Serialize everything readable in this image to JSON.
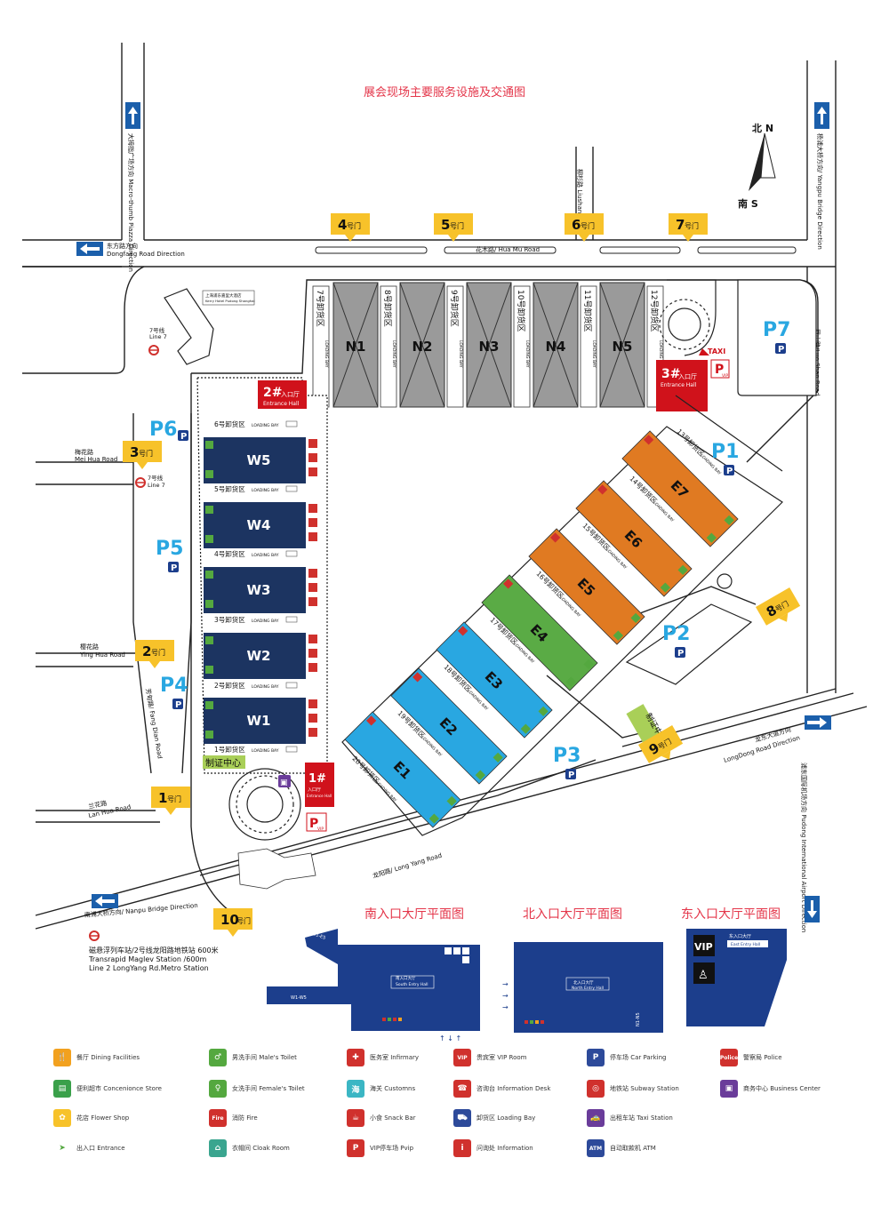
{
  "title": "展会现场主要服务设施及交通图",
  "compass": {
    "north": "北 N",
    "south": "南 S"
  },
  "roads": {
    "macro_thumb": "大拇指广场方向 Macro-thumb Piazza Direction",
    "dongfang": "东方路方向 Dongfang Road Direction",
    "huamu": "花木路/ Hua Mu Road",
    "liushan": "柳杉路 Liushan Road",
    "yangpu": "杨浦大桥方向/ Yangpu Bridge Direction",
    "luoshan": "罗山路/Luo Shan Road",
    "meihua": "梅花路 Mei Hua Road",
    "yinghua": "樱花路 Ying Hua Road",
    "fangdian": "芳甸路/ Fang Dian Road",
    "lanhua": "兰花路 Lan Hua Road",
    "nanpu": "南浦大桥方向/ Nanpu Bridge Direction",
    "longyang": "龙阳路/ Long Yang Road",
    "longdong": "龙东大道方向 LongDong Road Direction",
    "pudong_airport": "浦东国际机场方向 Pudong International Airport Direction"
  },
  "line7_a": "7号线 Line 7",
  "line7_b": "7号线 Line 7",
  "kerry_hotel": "上海浦东嘉里大酒店 Kerry Hotel Pudong Shanghai",
  "metro_note": [
    "磁悬浮列车站/2号线龙阳路地铁站 600米",
    "Transrapid Maglev Station /600m",
    "Line 2 LongYang Rd.Metro Station"
  ],
  "gates": [
    "1号门",
    "2号门",
    "3号门",
    "4号门",
    "5号门",
    "6号门",
    "7号门",
    "8号门",
    "9号门",
    "10号门"
  ],
  "parking": [
    "P1",
    "P2",
    "P3",
    "P4",
    "P5",
    "P6",
    "P7"
  ],
  "north_halls": [
    "N1",
    "N2",
    "N3",
    "N4",
    "N5"
  ],
  "north_bays": [
    "7号卸货区",
    "8号卸货区",
    "9号卸货区",
    "10号卸货区",
    "11号卸货区",
    "12号卸货区"
  ],
  "loading_bay": "LOADING BAY",
  "west_halls": [
    "W5",
    "W4",
    "W3",
    "W2",
    "W1"
  ],
  "west_bays": [
    "6号卸货区",
    "5号卸货区",
    "4号卸货区",
    "3号卸货区",
    "2号卸货区",
    "1号卸货区"
  ],
  "east_halls": [
    "E7",
    "E6",
    "E5",
    "E4",
    "E3",
    "E2",
    "E1"
  ],
  "east_bays": [
    "13号卸货区",
    "14号卸货区",
    "15号卸货区",
    "16号卸货区",
    "17号卸货区",
    "18号卸货区",
    "19号卸货区",
    "20号卸货区"
  ],
  "entrance_halls": {
    "e1": {
      "num": "1#",
      "cn": "入口厅",
      "en": "Entrance Hall"
    },
    "e2": {
      "num": "2#",
      "cn": "入口厅",
      "en": "Entrance Hall"
    },
    "e3": {
      "num": "3#",
      "cn": "入口厅",
      "en": "Entrance Hall"
    }
  },
  "cert_center": "制证中心",
  "taxi": "TAXI",
  "pvip": "P VIP",
  "plans": {
    "south": "南入口大厅平面图",
    "north": "北入口大厅平面图",
    "east": "东入口大厅平面图",
    "south_hall_label": "南入口大厅 South Entry Hall",
    "north_hall_label": "北入口大厅 North Entry Hall",
    "east_hall_label": "东入口大厅 East Entry Hall",
    "w1w5": "W1-W5",
    "e1e5": "E1-E5",
    "n1n5": "N1-N5",
    "vip": "VIP"
  },
  "legend": [
    {
      "icon": "dining-icon",
      "color": "#f2a11f",
      "glyph": "🍴",
      "text": "餐厅  Dining Facilities"
    },
    {
      "icon": "store-icon",
      "color": "#3aa04a",
      "glyph": "▤",
      "text": "便利超市  Concenionce Store"
    },
    {
      "icon": "flower-icon",
      "color": "#f7c22a",
      "glyph": "✿",
      "text": "花店  Flower Shop"
    },
    {
      "icon": "entrance-icon",
      "color": "#ffffff",
      "glyph": "➤",
      "text": "出入口  Entrance"
    },
    {
      "icon": "male-toilet-icon",
      "color": "#54a83f",
      "glyph": "♂",
      "text": "男洗手间  Male's Toilet"
    },
    {
      "icon": "female-toilet-icon",
      "color": "#54a83f",
      "glyph": "♀",
      "text": "女洗手间  Female's Toilet"
    },
    {
      "icon": "fire-icon",
      "color": "#d0312d",
      "glyph": "Fire",
      "text": "消防  Fire"
    },
    {
      "icon": "cloak-icon",
      "color": "#3aa58f",
      "glyph": "⌂",
      "text": "衣帽间  Cloak Room"
    },
    {
      "icon": "infirmary-icon",
      "color": "#d0312d",
      "glyph": "✚",
      "text": "医务室  Infirmary"
    },
    {
      "icon": "customs-icon",
      "color": "#3bb6c4",
      "glyph": "海",
      "text": "海关  Customns"
    },
    {
      "icon": "snack-icon",
      "color": "#d0312d",
      "glyph": "☕",
      "text": "小食  Snack Bar"
    },
    {
      "icon": "vip-parking-icon",
      "color": "#d0312d",
      "glyph": "P",
      "text": "VIP停车场  Pvip"
    },
    {
      "icon": "vip-room-icon",
      "color": "#d0312d",
      "glyph": "VIP",
      "text": "贵宾室  VIP Room"
    },
    {
      "icon": "info-desk-icon",
      "color": "#d0312d",
      "glyph": "☎",
      "text": "咨询台  Information Desk"
    },
    {
      "icon": "loading-bay-icon",
      "color": "#2d4a9a",
      "glyph": "⛟",
      "text": "卸货区  Loading Bay"
    },
    {
      "icon": "info-icon",
      "color": "#d0312d",
      "glyph": "i",
      "text": "问询处  Information"
    },
    {
      "icon": "parking-icon",
      "color": "#2d4a9a",
      "glyph": "P",
      "text": "停车场  Car Parking"
    },
    {
      "icon": "subway-icon",
      "color": "#d0312d",
      "glyph": "◎",
      "text": "地铁站  Subway Station"
    },
    {
      "icon": "taxi-icon",
      "color": "#6a3c9a",
      "glyph": "🚕",
      "text": "出租车站  Taxi Station"
    },
    {
      "icon": "atm-icon",
      "color": "#2d4a9a",
      "glyph": "ATM",
      "text": "自动取款机  ATM"
    },
    {
      "icon": "police-icon",
      "color": "#d0312d",
      "glyph": "Police",
      "text": "警察局  Police"
    },
    {
      "icon": "business-icon",
      "color": "#6a3c9a",
      "glyph": "▣",
      "text": "商务中心  Business Center"
    }
  ],
  "colors": {
    "north_hall": "#9a9a9a",
    "west_hall": "#1c3461",
    "east_orange": "#e07a22",
    "east_green": "#5aab45",
    "east_blue": "#29a7e1",
    "gate_yellow": "#f7c22a",
    "entrance_red": "#d0121b",
    "road_blue": "#1b5fab",
    "plan_blue": "#1c3e8c",
    "title_red": "#e4364a",
    "parking_cyan": "#29a7e1"
  }
}
